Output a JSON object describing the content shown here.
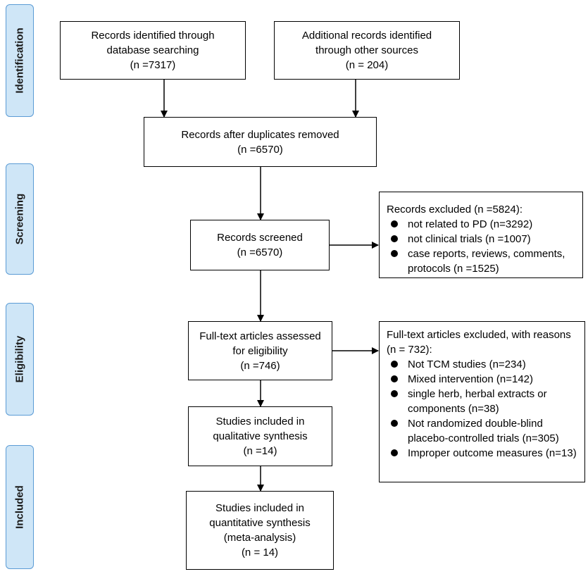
{
  "stages": {
    "identification": "Identification",
    "screening": "Screening",
    "eligibility": "Eligibility",
    "included": "Included"
  },
  "boxes": {
    "database": [
      "Records identified through",
      "database searching",
      "(n =7317)"
    ],
    "other_sources": [
      "Additional records identified",
      "through other sources",
      "(n = 204)"
    ],
    "duplicates_removed": [
      "Records after duplicates removed",
      "(n =6570)"
    ],
    "screened": [
      "Records screened",
      "(n =6570)"
    ],
    "full_text": [
      "Full-text articles assessed",
      "for eligibility",
      "(n =746)"
    ],
    "qualitative": [
      "Studies included in",
      "qualitative synthesis",
      "(n =14)"
    ],
    "quantitative": [
      "Studies included in",
      "quantitative synthesis",
      "(meta-analysis)",
      "(n = 14)"
    ]
  },
  "excluded_records": {
    "heading": "Records excluded (n =5824):",
    "items": [
      "not related to PD (n=3292)",
      "not clinical trials (n =1007)",
      "case reports, reviews, comments, protocols (n =1525)"
    ]
  },
  "excluded_fulltext": {
    "heading": "Full-text articles excluded, with reasons (n = 732):",
    "items": [
      "Not TCM studies (n=234)",
      "Mixed intervention (n=142)",
      "single herb, herbal extracts or components (n=38)",
      "Not randomized double-blind placebo-controlled trials (n=305)",
      "Improper outcome measures (n=13)"
    ]
  },
  "colors": {
    "stage_fill": "#cfe6f7",
    "stage_border": "#5b9bd5",
    "box_border": "#000000"
  }
}
